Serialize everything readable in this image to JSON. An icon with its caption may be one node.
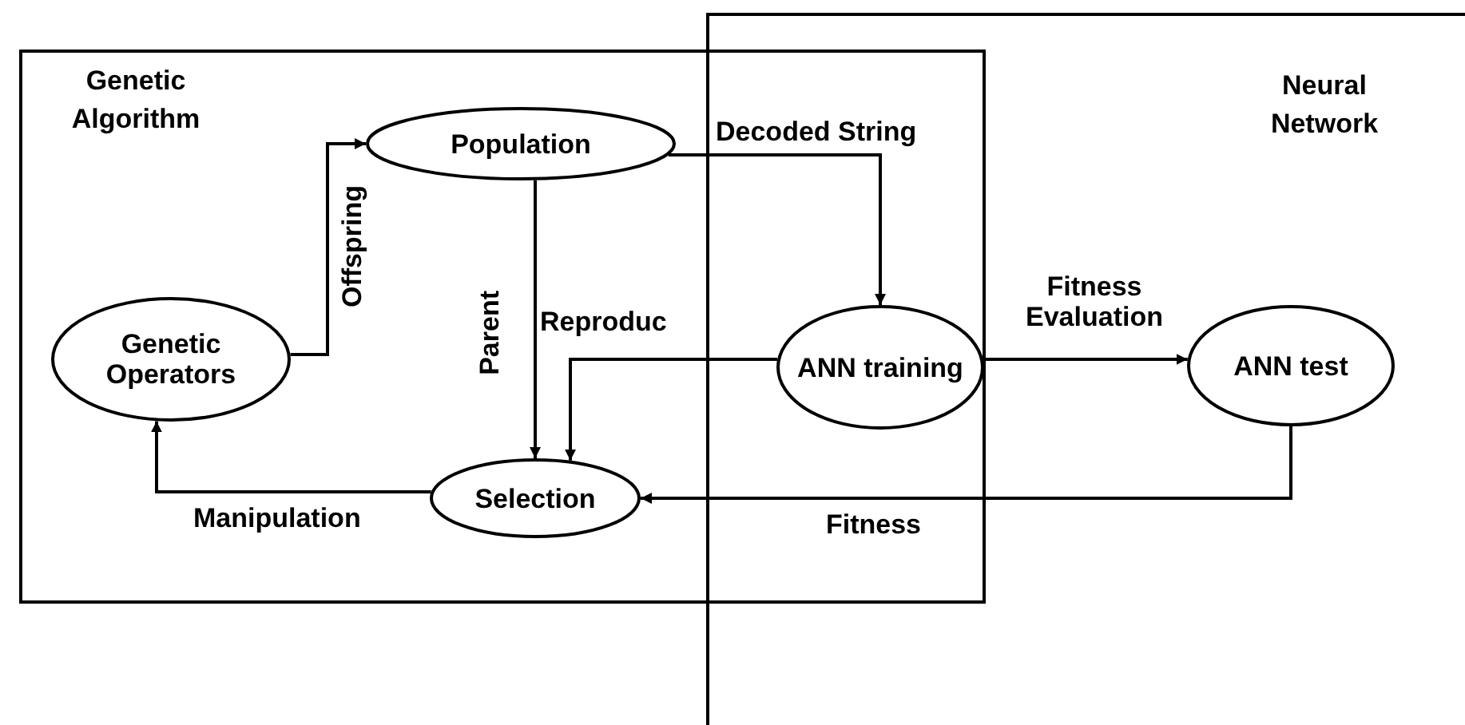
{
  "diagram": {
    "nodes": [
      {
        "text": [
          "Genetic Algorithm"
        ]
      },
      {
        "text": [
          "Neural Network"
        ]
      },
      {
        "text": [
          "Population"
        ],
        "in": 0
      },
      {
        "text": [
          "Genetic Operators"
        ],
        "in": 0
      },
      {
        "text": [
          "Selection"
        ],
        "in": 0
      },
      {
        "text": [
          "ANN training"
        ]
      },
      {
        "text": [
          "ANN test"
        ],
        "in": 1
      }
    ],
    "edges": [
      {
        "from": 3,
        "to": 2,
        "arrow": "to",
        "label": "Offspring"
      },
      {
        "from": 2,
        "to": 4,
        "arrow": "to",
        "label": "Parent"
      },
      {
        "from": 2,
        "to": 5,
        "arrow": "to",
        "label": "Decoded String"
      },
      {
        "from": 5,
        "to": 4,
        "arrow": "to",
        "label": "Reproduc"
      },
      {
        "from": 5,
        "to": 6,
        "arrow": "to",
        "label": "Fitness Evaluation"
      },
      {
        "from": 6,
        "to": 4,
        "arrow": "to",
        "label": "Fitness"
      },
      {
        "from": 4,
        "to": 3,
        "arrow": "to",
        "label": "Manipulation"
      }
    ]
  }
}
